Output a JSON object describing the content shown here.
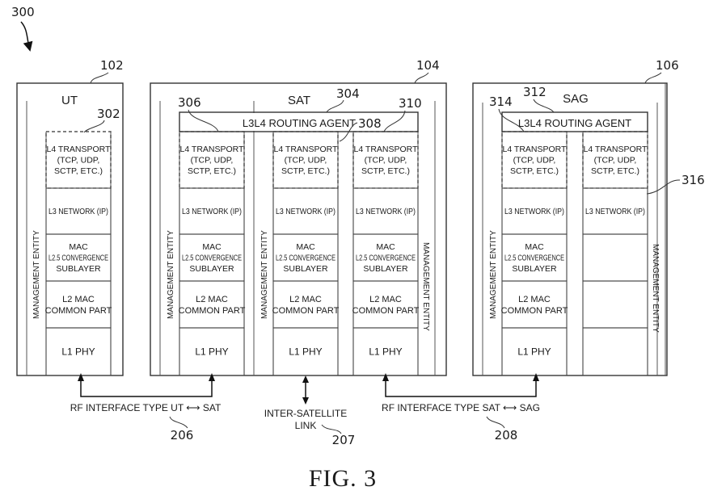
{
  "figure": {
    "label": "FIG. 3",
    "ref": "300"
  },
  "nodes": {
    "ut": {
      "title": "UT",
      "ref": "102",
      "stack_ref": "302"
    },
    "sat": {
      "title": "SAT",
      "ref": "104",
      "routing_ref": "304",
      "stack_refs": [
        "306",
        "308",
        "310"
      ]
    },
    "sag": {
      "title": "SAG",
      "ref": "106",
      "routing_ref": "312",
      "stack_refs": [
        "314",
        "316"
      ]
    }
  },
  "layers": {
    "l4": [
      "L4 TRANSPORT",
      "(TCP, UDP,",
      "SCTP, ETC.)"
    ],
    "l3": "L3 NETWORK (IP)",
    "l25": [
      "MAC",
      "L2.5 CONVERGENCE",
      "SUBLAYER"
    ],
    "l2": [
      "L2 MAC",
      "COMMON PART"
    ],
    "l1": "L1 PHY"
  },
  "routing_agent": "L3L4 ROUTING AGENT",
  "management_entity": "MANAGEMENT ENTITY",
  "links": {
    "ut_sat": {
      "label": "RF INTERFACE TYPE UT ⟷ SAT",
      "ref": "206"
    },
    "isl": {
      "label_line1": "INTER-SATELLITE",
      "label_line2": "LINK",
      "ref": "207"
    },
    "sat_sag": {
      "label": "RF INTERFACE TYPE SAT ⟷ SAG",
      "ref": "208"
    }
  }
}
